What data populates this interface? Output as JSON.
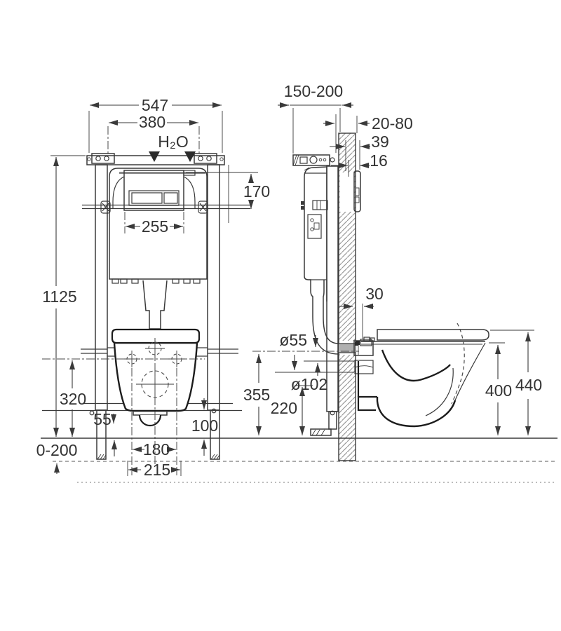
{
  "drawing": {
    "type": "technical installation drawing",
    "subject": "concealed cistern frame with wall-hung toilet"
  },
  "front_view": {
    "water_label": "H₂O",
    "dims": {
      "frame_width": "547",
      "anchor_width": "380",
      "plate_offset": "170",
      "plate_niche_width": "255",
      "frame_height": "1125",
      "fixing_height": "320",
      "gap_55": "55",
      "rail_height": "100",
      "floor_adjust": "0-200",
      "fixing_spacing": "180",
      "outlet_spacing": "215"
    }
  },
  "side_view": {
    "dims": {
      "wall_offset": "150-200",
      "finish_range": "20-80",
      "depth_39": "39",
      "depth_16": "16",
      "pan_gap": "30",
      "inlet_pipe": "ø55",
      "outlet_pipe": "ø102",
      "inlet_height": "355",
      "outlet_height": "220",
      "rim_height": "400",
      "seat_height": "440"
    }
  }
}
